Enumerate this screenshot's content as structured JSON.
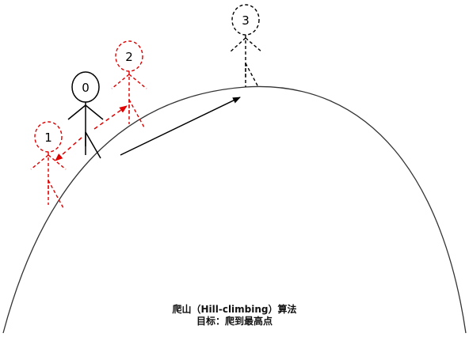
{
  "figures": [
    {
      "label": "0",
      "role": "current-position",
      "style": "solid",
      "color": "#000000"
    },
    {
      "label": "1",
      "role": "neighbor-lower",
      "style": "dashed",
      "color": "#e00000"
    },
    {
      "label": "2",
      "role": "neighbor-higher",
      "style": "dashed",
      "color": "#e00000"
    },
    {
      "label": "3",
      "role": "summit-goal",
      "style": "dashed",
      "color": "#000000"
    }
  ],
  "colors": {
    "curve": "#333333",
    "neighbor": "#e00000",
    "main": "#000000"
  },
  "caption": {
    "title": "爬山（Hill-climbing）算法",
    "subtitle": "目标：爬到最高点"
  }
}
